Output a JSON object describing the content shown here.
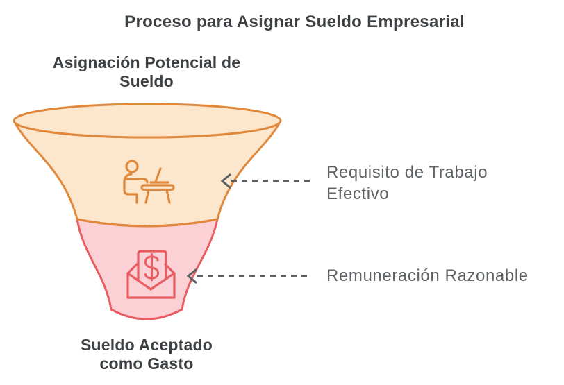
{
  "title": "Proceso para Asignar Sueldo Empresarial",
  "funnel": {
    "top_label": "Asignación Potencial de Sueldo",
    "bottom_label": "Sueldo Aceptado como Gasto",
    "stages": [
      {
        "name": "asignacion-potencial",
        "annotation": "Requisito de Trabajo Efectivo",
        "icon": "person-working-at-desk-icon",
        "fill": "#fce7cd",
        "stroke": "#e0883b"
      },
      {
        "name": "sueldo-aceptado",
        "annotation": "Remuneración Razonable",
        "icon": "money-envelope-icon",
        "icon_symbol": "$",
        "fill": "#fcd1d5",
        "stroke": "#e85d62"
      }
    ]
  },
  "colors": {
    "background": "#ffffff",
    "title_text": "#3e4144",
    "label_text": "#3e4144",
    "annotation_text": "#5e6265",
    "arrow": "#5d6063",
    "stage_top_fill": "#fce7cd",
    "stage_top_stroke": "#e0883b",
    "stage_bottom_fill": "#fcd1d5",
    "stage_bottom_stroke": "#e85d62"
  }
}
